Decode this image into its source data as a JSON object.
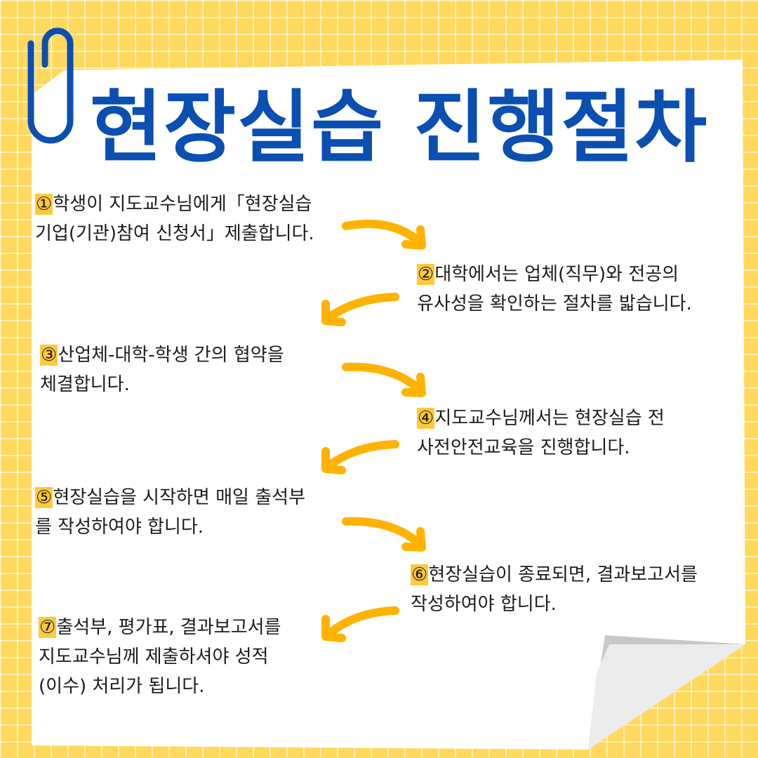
{
  "title": "현장실습 진행절차",
  "colors": {
    "background": "#ffd95e",
    "title": "#0a4fb1",
    "clip": "#0a4fb1",
    "arrow": "#ffb300",
    "highlight": "#ffc93c",
    "paper": "#ffffff"
  },
  "icons": {
    "clip": "paperclip-icon",
    "arrow": "curved-arrow-icon"
  },
  "steps": [
    {
      "num": "①",
      "text": "학생이 지도교수님에게「현장실습\n기업(기관)참여 신청서」제출합니다."
    },
    {
      "num": "②",
      "text": "대학에서는 업체(직무)와 전공의\n유사성을 확인하는 절차를 밟습니다."
    },
    {
      "num": "③",
      "text": "산업체-대학-학생 간의 협약을\n체결합니다."
    },
    {
      "num": "④",
      "text": "지도교수님께서는 현장실습 전\n사전안전교육을 진행합니다."
    },
    {
      "num": "⑤",
      "text": "현장실습을 시작하면 매일 출석부\n를 작성하여야 합니다."
    },
    {
      "num": "⑥",
      "text": "현장실습이 종료되면, 결과보고서를\n작성하여야 합니다."
    },
    {
      "num": "⑦",
      "text": "출석부, 평가표, 결과보고서를\n지도교수님께 제출하셔야 성적\n(이수) 처리가 됩니다."
    }
  ]
}
